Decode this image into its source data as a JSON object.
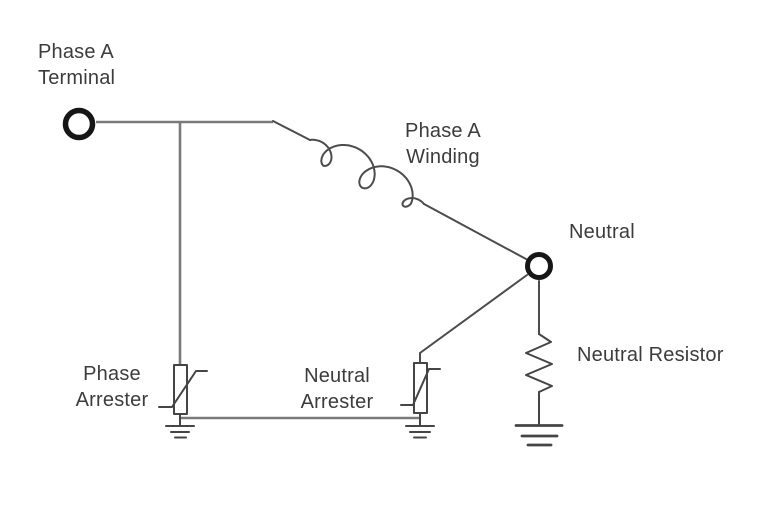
{
  "diagram": {
    "kind": "single-phase-winding-arrester-schematic",
    "labels": {
      "phase_a_terminal": "Phase A\nTerminal",
      "phase_a_winding": "Phase A\nWinding",
      "neutral": "Neutral",
      "neutral_resistor": "Neutral Resistor",
      "phase_arrester": "Phase\nArrester",
      "neutral_arrester": "Neutral\nArrester"
    },
    "components": [
      "phase-a-terminal-node",
      "phase-a-winding-coil",
      "neutral-node",
      "phase-arrester",
      "neutral-arrester",
      "neutral-resistor",
      "ground-phase-arrester",
      "ground-neutral-arrester",
      "ground-neutral-resistor"
    ],
    "colors": {
      "background": "#ffffff",
      "wire_light": "#7a7a7a",
      "wire": "#4c4c4c",
      "symbol": "#454545",
      "node": "#161616",
      "text": "#3c3c3c"
    }
  }
}
